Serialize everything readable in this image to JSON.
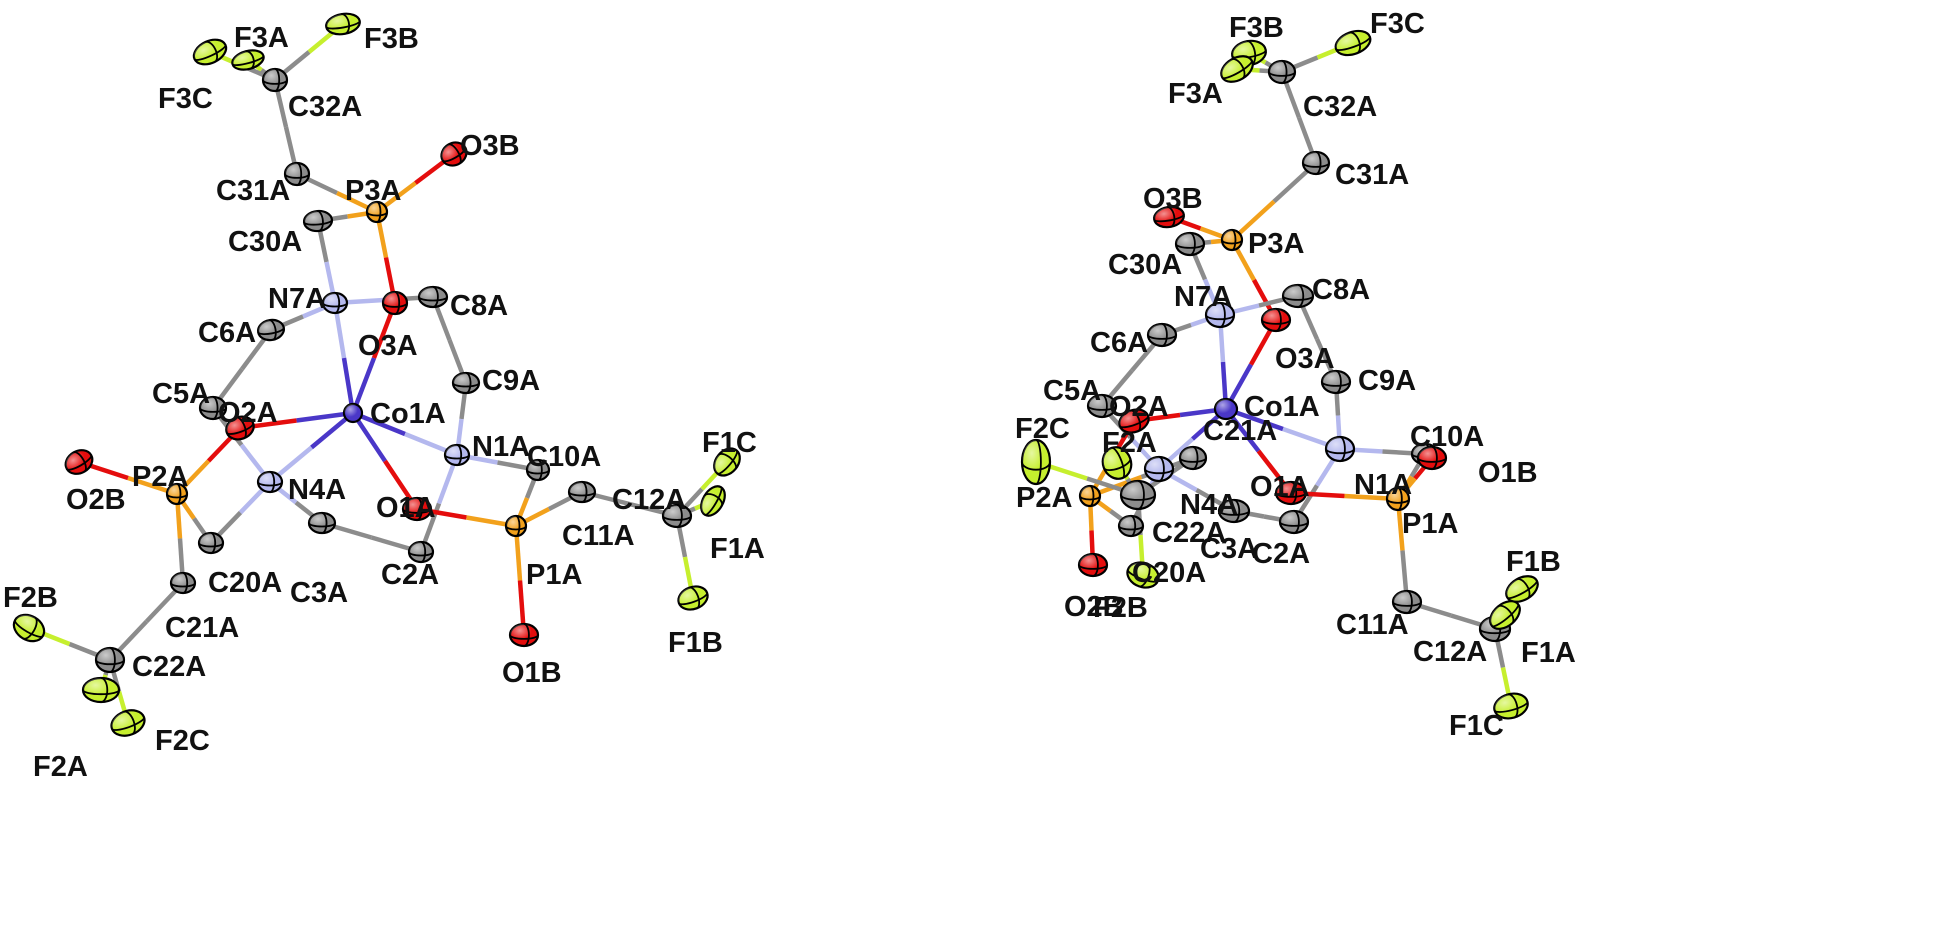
{
  "colors": {
    "Co": "#4a37c8",
    "N": "#b4b8ee",
    "O": "#e40d0d",
    "P": "#f2a11c",
    "C": "#8c8c8c",
    "F": "#c6ef2e"
  },
  "molecules": [
    {
      "name": "structure-left",
      "atoms": [
        {
          "id": "F3A",
          "label": "F3A",
          "el": "F"
        },
        {
          "id": "F3B",
          "label": "F3B",
          "el": "F"
        },
        {
          "id": "F3C",
          "label": "F3C",
          "el": "F"
        },
        {
          "id": "C32A",
          "label": "C32A",
          "el": "C"
        },
        {
          "id": "C31A",
          "label": "C31A",
          "el": "C"
        },
        {
          "id": "P3A",
          "label": "P3A",
          "el": "P"
        },
        {
          "id": "O3B",
          "label": "O3B",
          "el": "O"
        },
        {
          "id": "C30A",
          "label": "C30A",
          "el": "C"
        },
        {
          "id": "N7A",
          "label": "N7A",
          "el": "N"
        },
        {
          "id": "O3A",
          "label": "O3A",
          "el": "O"
        },
        {
          "id": "C8A",
          "label": "C8A",
          "el": "C"
        },
        {
          "id": "C6A",
          "label": "C6A",
          "el": "C"
        },
        {
          "id": "C9A",
          "label": "C9A",
          "el": "C"
        },
        {
          "id": "C5A",
          "label": "C5A",
          "el": "C"
        },
        {
          "id": "Co1A",
          "label": "Co1A",
          "el": "Co"
        },
        {
          "id": "O2A",
          "label": "O2A",
          "el": "O"
        },
        {
          "id": "N1A",
          "label": "N1A",
          "el": "N"
        },
        {
          "id": "C10A",
          "label": "C10A",
          "el": "C"
        },
        {
          "id": "O2B",
          "label": "O2B",
          "el": "O"
        },
        {
          "id": "P2A",
          "label": "P2A",
          "el": "P"
        },
        {
          "id": "N4A",
          "label": "N4A",
          "el": "N"
        },
        {
          "id": "O1A",
          "label": "O1A",
          "el": "O"
        },
        {
          "id": "C20A",
          "label": "C20A",
          "el": "C"
        },
        {
          "id": "C3A",
          "label": "C3A",
          "el": "C"
        },
        {
          "id": "C2A",
          "label": "C2A",
          "el": "C"
        },
        {
          "id": "P1A",
          "label": "P1A",
          "el": "P"
        },
        {
          "id": "C11A",
          "label": "C11A",
          "el": "C"
        },
        {
          "id": "C12A",
          "label": "C12A",
          "el": "C"
        },
        {
          "id": "F1C",
          "label": "F1C",
          "el": "F"
        },
        {
          "id": "F1A",
          "label": "F1A",
          "el": "F"
        },
        {
          "id": "F1B",
          "label": "F1B",
          "el": "F"
        },
        {
          "id": "O1B",
          "label": "O1B",
          "el": "O"
        },
        {
          "id": "C21A",
          "label": "C21A",
          "el": "C"
        },
        {
          "id": "C22A",
          "label": "C22A",
          "el": "C"
        },
        {
          "id": "F2B",
          "label": "F2B",
          "el": "F"
        },
        {
          "id": "F2A",
          "label": "F2A",
          "el": "F"
        },
        {
          "id": "F2C",
          "label": "F2C",
          "el": "F"
        }
      ],
      "bonds": [
        [
          "F3A",
          "C32A"
        ],
        [
          "F3B",
          "C32A"
        ],
        [
          "F3C",
          "C32A"
        ],
        [
          "C32A",
          "C31A"
        ],
        [
          "C31A",
          "P3A"
        ],
        [
          "P3A",
          "O3B"
        ],
        [
          "P3A",
          "C30A"
        ],
        [
          "P3A",
          "O3A"
        ],
        [
          "C30A",
          "N7A"
        ],
        [
          "N7A",
          "C6A"
        ],
        [
          "N7A",
          "C8A"
        ],
        [
          "N7A",
          "Co1A"
        ],
        [
          "C8A",
          "C9A"
        ],
        [
          "C9A",
          "N1A"
        ],
        [
          "C6A",
          "C5A"
        ],
        [
          "C5A",
          "N4A"
        ],
        [
          "Co1A",
          "O3A"
        ],
        [
          "Co1A",
          "O2A"
        ],
        [
          "Co1A",
          "N1A"
        ],
        [
          "Co1A",
          "N4A"
        ],
        [
          "Co1A",
          "O1A"
        ],
        [
          "O2A",
          "P2A"
        ],
        [
          "P2A",
          "O2B"
        ],
        [
          "P2A",
          "C20A"
        ],
        [
          "P2A",
          "C21A"
        ],
        [
          "C20A",
          "N4A"
        ],
        [
          "N4A",
          "C3A"
        ],
        [
          "C3A",
          "C2A"
        ],
        [
          "C2A",
          "N1A"
        ],
        [
          "N1A",
          "C10A"
        ],
        [
          "C10A",
          "P1A"
        ],
        [
          "O1A",
          "P1A"
        ],
        [
          "P1A",
          "O1B"
        ],
        [
          "P1A",
          "C11A"
        ],
        [
          "C11A",
          "C12A"
        ],
        [
          "C12A",
          "F1C"
        ],
        [
          "C12A",
          "F1A"
        ],
        [
          "C12A",
          "F1B"
        ],
        [
          "C21A",
          "C22A"
        ],
        [
          "C22A",
          "F2B"
        ],
        [
          "C22A",
          "F2A"
        ],
        [
          "C22A",
          "F2C"
        ]
      ]
    },
    {
      "name": "structure-right",
      "atoms": [
        {
          "id": "F3B",
          "label": "F3B",
          "el": "F"
        },
        {
          "id": "F3C",
          "label": "F3C",
          "el": "F"
        },
        {
          "id": "F3A",
          "label": "F3A",
          "el": "F"
        },
        {
          "id": "C32A",
          "label": "C32A",
          "el": "C"
        },
        {
          "id": "C31A",
          "label": "C31A",
          "el": "C"
        },
        {
          "id": "O3B",
          "label": "O3B",
          "el": "O"
        },
        {
          "id": "P3A",
          "label": "P3A",
          "el": "P"
        },
        {
          "id": "C30A",
          "label": "C30A",
          "el": "C"
        },
        {
          "id": "N7A",
          "label": "N7A",
          "el": "N"
        },
        {
          "id": "C8A",
          "label": "C8A",
          "el": "C"
        },
        {
          "id": "O3A",
          "label": "O3A",
          "el": "O"
        },
        {
          "id": "C6A",
          "label": "C6A",
          "el": "C"
        },
        {
          "id": "C9A",
          "label": "C9A",
          "el": "C"
        },
        {
          "id": "C5A",
          "label": "C5A",
          "el": "C"
        },
        {
          "id": "O2A",
          "label": "O2A",
          "el": "O"
        },
        {
          "id": "Co1A",
          "label": "Co1A",
          "el": "Co"
        },
        {
          "id": "F2C",
          "label": "F2C",
          "el": "F"
        },
        {
          "id": "F2A",
          "label": "F2A",
          "el": "F"
        },
        {
          "id": "C21A",
          "label": "C21A",
          "el": "C"
        },
        {
          "id": "C10A",
          "label": "C10A",
          "el": "C"
        },
        {
          "id": "O1B",
          "label": "O1B",
          "el": "O"
        },
        {
          "id": "N1A",
          "label": "N1A",
          "el": "N"
        },
        {
          "id": "N4A",
          "label": "N4A",
          "el": "N"
        },
        {
          "id": "O1A",
          "label": "O1A",
          "el": "O"
        },
        {
          "id": "P2A",
          "label": "P2A",
          "el": "P"
        },
        {
          "id": "C22A",
          "label": "C22A",
          "el": "C"
        },
        {
          "id": "P1A",
          "label": "P1A",
          "el": "P"
        },
        {
          "id": "C3A",
          "label": "C3A",
          "el": "C"
        },
        {
          "id": "C2A",
          "label": "C2A",
          "el": "C"
        },
        {
          "id": "C20A",
          "label": "C20A",
          "el": "C"
        },
        {
          "id": "O2B",
          "label": "O2B",
          "el": "O"
        },
        {
          "id": "F2B",
          "label": "F2B",
          "el": "F"
        },
        {
          "id": "C11A",
          "label": "C11A",
          "el": "C"
        },
        {
          "id": "F1B",
          "label": "F1B",
          "el": "F"
        },
        {
          "id": "C12A",
          "label": "C12A",
          "el": "C"
        },
        {
          "id": "F1A",
          "label": "F1A",
          "el": "F"
        },
        {
          "id": "F1C",
          "label": "F1C",
          "el": "F"
        }
      ],
      "bonds": [
        [
          "F3B",
          "C32A"
        ],
        [
          "F3C",
          "C32A"
        ],
        [
          "F3A",
          "C32A"
        ],
        [
          "C32A",
          "C31A"
        ],
        [
          "C31A",
          "P3A"
        ],
        [
          "P3A",
          "O3B"
        ],
        [
          "P3A",
          "C30A"
        ],
        [
          "P3A",
          "O3A"
        ],
        [
          "C30A",
          "N7A"
        ],
        [
          "N7A",
          "C6A"
        ],
        [
          "N7A",
          "C8A"
        ],
        [
          "N7A",
          "Co1A"
        ],
        [
          "C8A",
          "C9A"
        ],
        [
          "C9A",
          "N1A"
        ],
        [
          "C6A",
          "C5A"
        ],
        [
          "C5A",
          "N4A"
        ],
        [
          "Co1A",
          "O3A"
        ],
        [
          "Co1A",
          "O2A"
        ],
        [
          "Co1A",
          "N1A"
        ],
        [
          "Co1A",
          "N4A"
        ],
        [
          "Co1A",
          "O1A"
        ],
        [
          "O2A",
          "P2A"
        ],
        [
          "P2A",
          "O2B"
        ],
        [
          "P2A",
          "C20A"
        ],
        [
          "P2A",
          "C21A"
        ],
        [
          "C20A",
          "N4A"
        ],
        [
          "C21A",
          "C22A"
        ],
        [
          "C22A",
          "F2C"
        ],
        [
          "C22A",
          "F2A"
        ],
        [
          "C22A",
          "F2B"
        ],
        [
          "N4A",
          "C3A"
        ],
        [
          "C3A",
          "C2A"
        ],
        [
          "C2A",
          "N1A"
        ],
        [
          "N1A",
          "C10A"
        ],
        [
          "C10A",
          "P1A"
        ],
        [
          "O1A",
          "P1A"
        ],
        [
          "P1A",
          "O1B"
        ],
        [
          "P1A",
          "C11A"
        ],
        [
          "C11A",
          "C12A"
        ],
        [
          "C12A",
          "F1B"
        ],
        [
          "C12A",
          "F1A"
        ],
        [
          "C12A",
          "F1C"
        ]
      ]
    }
  ]
}
